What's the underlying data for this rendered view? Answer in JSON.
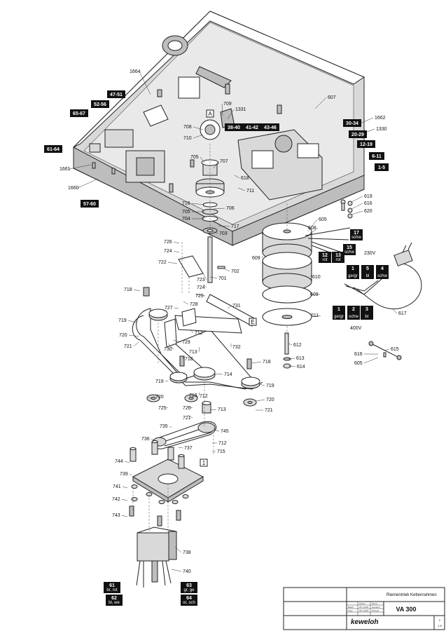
{
  "part_numbers": [
    {
      "n": "1664"
    },
    {
      "n": "607"
    },
    {
      "n": "709"
    },
    {
      "n": "1331"
    },
    {
      "n": "1662"
    },
    {
      "n": "1330"
    },
    {
      "n": "708"
    },
    {
      "n": "710"
    },
    {
      "n": "705"
    },
    {
      "n": "707"
    },
    {
      "n": "1661"
    },
    {
      "n": "1660"
    },
    {
      "n": "618"
    },
    {
      "n": "711"
    },
    {
      "n": "716"
    },
    {
      "n": "705"
    },
    {
      "n": "704"
    },
    {
      "n": "706"
    },
    {
      "n": "717"
    },
    {
      "n": "703"
    },
    {
      "n": "619"
    },
    {
      "n": "616"
    },
    {
      "n": "620"
    },
    {
      "n": "605"
    },
    {
      "n": "608"
    },
    {
      "n": "726"
    },
    {
      "n": "724"
    },
    {
      "n": "722"
    },
    {
      "n": "609"
    },
    {
      "n": "702"
    },
    {
      "n": "723"
    },
    {
      "n": "724"
    },
    {
      "n": "701"
    },
    {
      "n": "725"
    },
    {
      "n": "610"
    },
    {
      "n": "609"
    },
    {
      "n": "718"
    },
    {
      "n": "727"
    },
    {
      "n": "728"
    },
    {
      "n": "731"
    },
    {
      "n": "611"
    },
    {
      "n": "719"
    },
    {
      "n": "720"
    },
    {
      "n": "712"
    },
    {
      "n": "729"
    },
    {
      "n": "721"
    },
    {
      "n": "730"
    },
    {
      "n": "713"
    },
    {
      "n": "732"
    },
    {
      "n": "718"
    },
    {
      "n": "718"
    },
    {
      "n": "612"
    },
    {
      "n": "613"
    },
    {
      "n": "614"
    },
    {
      "n": "714"
    },
    {
      "n": "719"
    },
    {
      "n": "719"
    },
    {
      "n": "719"
    },
    {
      "n": "720"
    },
    {
      "n": "712"
    },
    {
      "n": "720"
    },
    {
      "n": "721"
    },
    {
      "n": "720"
    },
    {
      "n": "713"
    },
    {
      "n": "721"
    },
    {
      "n": "721"
    },
    {
      "n": "735"
    },
    {
      "n": "745"
    },
    {
      "n": "736"
    },
    {
      "n": "712"
    },
    {
      "n": "737"
    },
    {
      "n": "715"
    },
    {
      "n": "744"
    },
    {
      "n": "739"
    },
    {
      "n": "741"
    },
    {
      "n": "742"
    },
    {
      "n": "743"
    },
    {
      "n": "738"
    },
    {
      "n": "740"
    },
    {
      "n": "617"
    },
    {
      "n": "615"
    },
    {
      "n": "616"
    },
    {
      "n": "605"
    },
    {
      "n": "230V"
    },
    {
      "n": "400V"
    }
  ],
  "tags": [
    {
      "t": "47-51"
    },
    {
      "t": "52-56"
    },
    {
      "t": "65-67"
    },
    {
      "t": "61-64"
    },
    {
      "t": "57-60"
    },
    {
      "t": "38-40"
    },
    {
      "t": "41-42"
    },
    {
      "t": "43-46"
    },
    {
      "t": "30-34"
    },
    {
      "t": "20-29"
    },
    {
      "t": "12-19"
    },
    {
      "t": "6-11"
    },
    {
      "t": "1-5"
    },
    {
      "t": "17",
      "s": "schw"
    },
    {
      "t": "15",
      "s": "schw"
    },
    {
      "t": "13",
      "s": "rot"
    },
    {
      "t": "12",
      "s": "rot"
    },
    {
      "t": "1",
      "s": "ge/gr"
    },
    {
      "t": "5",
      "s": "bl"
    },
    {
      "t": "4",
      "s": "schw"
    },
    {
      "t": "1",
      "s": "ge/gr"
    },
    {
      "t": "2",
      "s": "schw"
    },
    {
      "t": "3",
      "s": "br"
    },
    {
      "t": "61",
      "s": "br, rot"
    },
    {
      "t": "62",
      "s": "bl, we"
    },
    {
      "t": "63",
      "s": "gr, ge"
    },
    {
      "t": "64",
      "s": "or, sch"
    }
  ],
  "markers": {
    "a": "A",
    "e": "E",
    "one": "1"
  },
  "title_block": {
    "title": "Riementrieb Kettenrahmen",
    "model": "VA 300",
    "company": "keweloh",
    "sheet": "2",
    "of": "1-5"
  },
  "colors": {
    "ink": "#222222",
    "tag_bg": "#111111",
    "housing": "#d9d9d9"
  }
}
